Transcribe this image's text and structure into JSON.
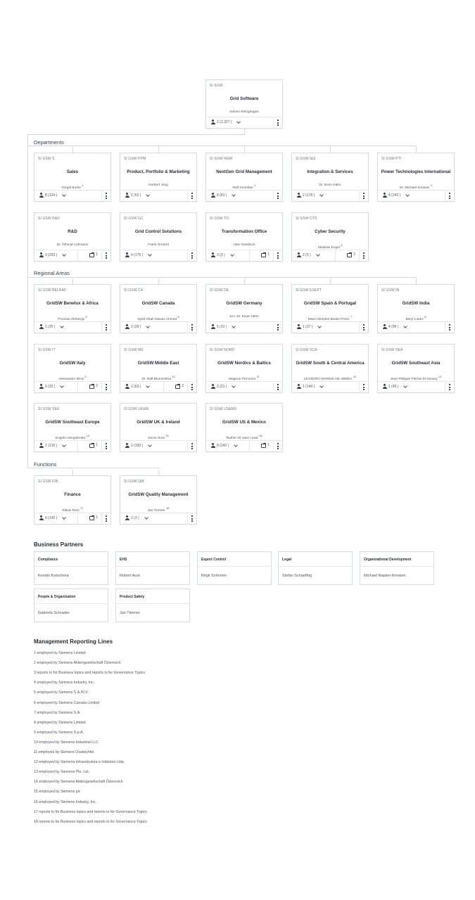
{
  "root": {
    "code": "SI GSW",
    "name": "Grid Software",
    "person": "Sabine Erlinghagen",
    "sup": "",
    "emp": "2 (2,327 )"
  },
  "sections": {
    "departments": "Departments",
    "regional": "Regional Areas",
    "functions": "Functions"
  },
  "departments": [
    {
      "code": "SI GSW S",
      "name": "Sales",
      "person": "Fergal Burke",
      "sup": "1",
      "emp": "8 (124 )",
      "pos": ""
    },
    {
      "code": "SI GSW PPM",
      "name": "Product, Portfolio & Marketing",
      "person": "Norbert Jung",
      "sup": "",
      "emp": "2 (62 )",
      "pos": ""
    },
    {
      "code": "SI GSW NGM",
      "name": "NextGen Grid Management",
      "person": "Ralf Krombier",
      "sup": "2",
      "emp": "8 (81 )",
      "pos": ""
    },
    {
      "code": "SI GSW I&S",
      "name": "Integration & Services",
      "person": "Dr. Emin Hahn",
      "sup": "",
      "emp": "2 (178 )",
      "pos": ""
    },
    {
      "code": "SI GSW PTI",
      "name": "Power Technologies International",
      "person": "Dr. Michael Schwan",
      "sup": "3",
      "emp": "4 (243 )",
      "pos": ""
    },
    {
      "code": "SI GSW R&D",
      "name": "R&D",
      "person": "Dr. Othmar Lehmann",
      "sup": "",
      "emp": "3 (293 )",
      "pos": "1"
    },
    {
      "code": "SI GSW GC",
      "name": "Grid Control Solutions",
      "person": "Frank Grunert",
      "sup": "",
      "emp": "4 (176 )",
      "pos": ""
    },
    {
      "code": "SI GSW TO",
      "name": "Transformation Office",
      "person": "Uwe Gündisch",
      "sup": "",
      "emp": "3 (3 )",
      "pos": "1"
    },
    {
      "code": "SI GSW CYS",
      "name": "Cyber Security",
      "person": "Stephan Engel",
      "sup": "4",
      "emp": "2 (5 )",
      "pos": "2"
    }
  ],
  "regional": [
    {
      "code": "SI GSW BELNAF",
      "name": "GridSW Benelux & Africa",
      "person": "Thomas Zerbergs",
      "sup": "5",
      "emp": "1 (25 )",
      "pos": ""
    },
    {
      "code": "SI GSW CA",
      "name": "GridSW Canada",
      "person": "Syed Shah Nawaz Ahmed",
      "sup": "6",
      "emp": "2 (29 )",
      "pos": ""
    },
    {
      "code": "SI GSW DE",
      "name": "GridSW Germany",
      "person": "sco. Dr. Einar Hahn",
      "sup": "",
      "emp": "5 (31 )",
      "pos": ""
    },
    {
      "code": "SI GSW ESEPT",
      "name": "GridSW Spain & Portugal",
      "person": "Mario Mendez Bustio Perez",
      "sup": "7",
      "emp": "1 (37 )",
      "pos": ""
    },
    {
      "code": "SI GSW IN",
      "name": "GridSW India",
      "person": "Beryl Lopez",
      "sup": "8",
      "emp": "4 (96 )",
      "pos": ""
    },
    {
      "code": "SI GSW IT",
      "name": "GridSW Italy",
      "person": "Alessandro MAS",
      "sup": "9",
      "emp": "3 (32 )",
      "pos": "2"
    },
    {
      "code": "SI GSW ME",
      "name": "GridSW Middle East",
      "person": "Dr. Ralf Blumenthal",
      "sup": "10",
      "emp": "1 (63 )",
      "pos": "2"
    },
    {
      "code": "SI GSW NORD",
      "name": "GridSW Nordics & Baltics",
      "person": "Magnus Tornonen",
      "sup": "11",
      "emp": "2 (21 )",
      "pos": ""
    },
    {
      "code": "SI GSW SCA",
      "name": "GridSW South & Central America",
      "person": "LEANDRO MARINS DE ABREU",
      "sup": "12",
      "emp": "1 (144 )",
      "pos": ""
    },
    {
      "code": "SI GSW SEA",
      "name": "GridSW Southeast Asia",
      "person": "Jean Philippe Florian El Khoury",
      "sup": "13",
      "emp": "1 (49 )",
      "pos": ""
    },
    {
      "code": "SI GSW SEE",
      "name": "GridSW Southeast Europe",
      "person": "Engelo Hengstreiter",
      "sup": "14",
      "emp": "1 (218 )",
      "pos": "1"
    },
    {
      "code": "SI GSW UK&IE",
      "name": "GridSW UK & Ireland",
      "person": "Kevin Hunt",
      "sup": "15",
      "emp": "2 (339 )",
      "pos": ""
    },
    {
      "code": "SI GSW US&MX",
      "name": "GridSW US & Mexico",
      "person": "Rather tht saxe coval",
      "sup": "16",
      "emp": "8 (242 )",
      "pos": "1"
    }
  ],
  "functions": [
    {
      "code": "SI GSW FIN",
      "name": "Finance",
      "person": "Tobias Rein",
      "sup": "17",
      "emp": "6 (142 )",
      "pos": "1"
    },
    {
      "code": "SI GSW QM",
      "name": "GridSW Quality Management",
      "person": "Jan Timmer",
      "sup": "18",
      "emp": "2 (3 )",
      "pos": ""
    }
  ],
  "business_partners": {
    "title": "Business Partners",
    "items": [
      {
        "title": "Compliance",
        "name": "Kerstin Kutschera"
      },
      {
        "title": "EHS",
        "name": "Robert Aust"
      },
      {
        "title": "Export Control",
        "name": "Birgit Schemm"
      },
      {
        "title": "Legal",
        "name": "Stefan Schaeffrig"
      },
      {
        "title": "Organizational Development",
        "name": "Michael Napieo-Kerwien"
      },
      {
        "title": "People & Organization",
        "name": "Gabriela Schrader"
      },
      {
        "title": "Product Safety",
        "name": "Jan Timmer"
      }
    ]
  },
  "reporting": {
    "title": "Management Reporting Lines",
    "lines": [
      "1 employed by Siemens Limited",
      "2 employed by Siemens Aktiengesellschaft Österreich",
      "3 reports to for Business topics and reports to for Governance Topics",
      "4 employed by Siemens Industry, Inc.",
      "5 employed by Siemens S.A./N.V.",
      "6 employed by Siemens Canada Limited",
      "7 employed by Siemens S.A.",
      "8 employed by Siemens Limited",
      "9 employed by Siemens S.p.A.",
      "10 employed by Siemens Industrial LLC",
      "11 employed by Siemens Osakeyhtiö",
      "12 employed by Siemens Infraestrutura e Indústria Ltda.",
      "13 employed by Siemens Pte. Ltd.",
      "14 employed by Siemens Aktiengesellschaft Österreich",
      "15 employed by Siemens plc",
      "16 employed by Siemens Industry, Inc.",
      "17 reports to for Business topics and reports to for Governance Topics",
      "18 reports to for Business topics and reports to for Governance Topics"
    ]
  }
}
